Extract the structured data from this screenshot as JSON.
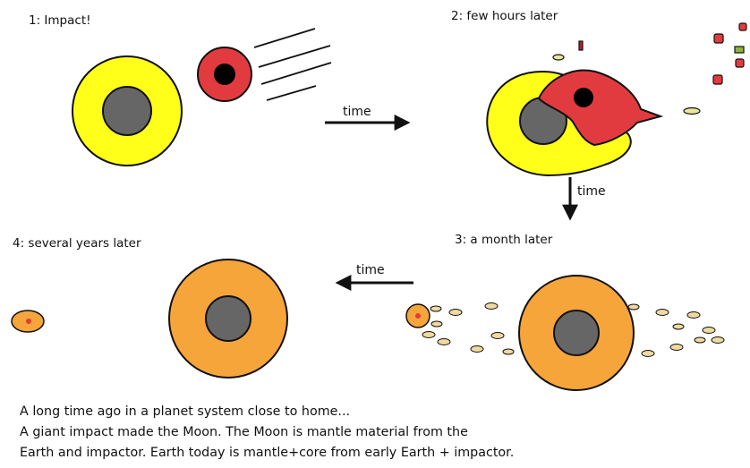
{
  "panels": {
    "p1": "1: Impact!",
    "p2": "2: few hours later",
    "p3": "3: a month later",
    "p4": "4: several years later"
  },
  "arrows": {
    "a1": "time",
    "a2": "time",
    "a3": "time"
  },
  "caption": {
    "line1": "A long time ago in a planet system close to home...",
    "line2": "A giant impact made the Moon. The Moon is mantle material from the",
    "line3": "Earth and impactor. Earth today is mantle+core from early Earth + impactor."
  },
  "colors": {
    "mantle_early": "#ffff1a",
    "core": "#666666",
    "impactor": "#e23b3f",
    "impactor_core": "#000000",
    "mantle_late": "#f5a53a",
    "debris_light": "#e8e6a0",
    "outline": "#111111"
  }
}
